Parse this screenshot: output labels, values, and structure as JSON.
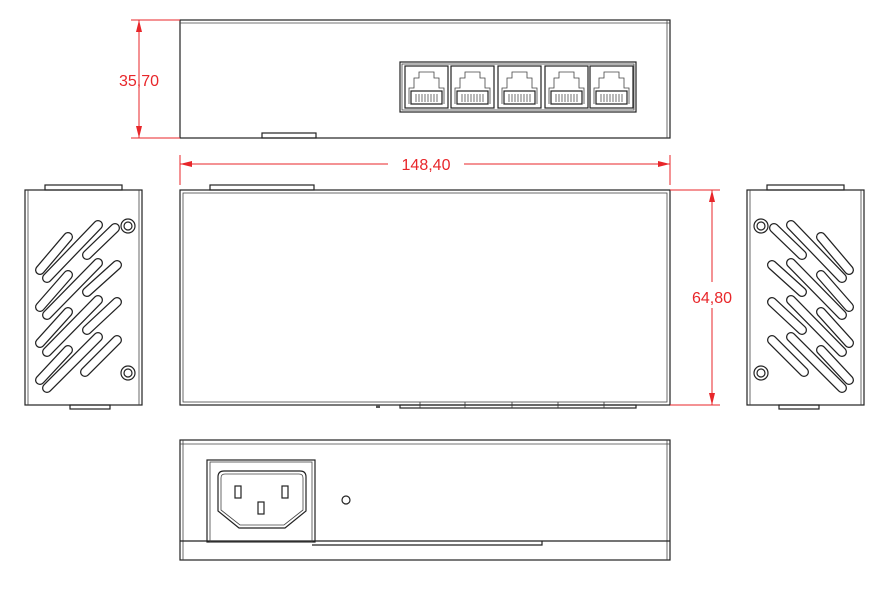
{
  "dimensions": {
    "height": "35,70",
    "length": "148,40",
    "width": "64,80"
  },
  "colors": {
    "dimension": "#e8262a",
    "outline": "#222222"
  },
  "views": [
    "top-view-with-rj45-ports",
    "front-view",
    "left-side-view",
    "right-side-view",
    "rear-view-with-power-inlet"
  ],
  "rj45_port_count": 5
}
